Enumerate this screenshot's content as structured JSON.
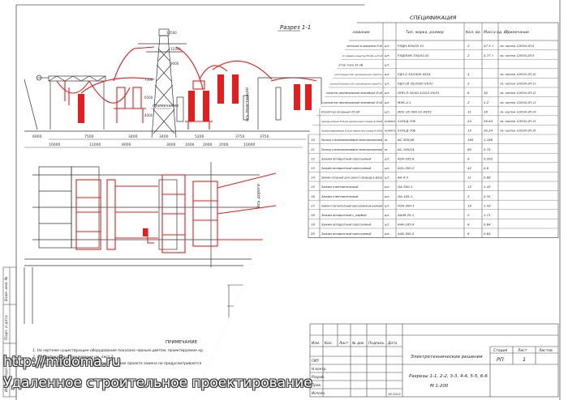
{
  "drawing": {
    "section_title": "Разрез 1-1",
    "note_label": "примечание",
    "dims_top": [
      "6000",
      "7500",
      "3400",
      "3400",
      "5200",
      "3750",
      "3750"
    ],
    "dims_bottom": [
      "10000",
      "11000",
      "8000",
      "3600",
      "1600",
      "2000",
      "2000",
      "10000"
    ],
    "height_marks": [
      "13500",
      "11000",
      "9000",
      "7500",
      "6500",
      "4000"
    ],
    "side_dim": "3850",
    "side_label_1": "ось подстанции",
    "side_label_2": "ось дороги"
  },
  "notes": {
    "title": "ПРИМЕЧАНИЕ",
    "lines": [
      "1. На чертеже существующее оборудование показано черным цветом, проектируемое кр.",
      "2. Спецификация оборудования см. лист 2",
      "3. Существующие конденсаторы связи. В данном проекте замена не предусматривается"
    ]
  },
  "left_stamps": [
    "Взам. инв. №",
    "Подп. и дата",
    "Инв. № подл."
  ],
  "spec": {
    "title": "СПЕЦИФИКАЦИЯ",
    "headers": [
      "Наименование",
      "Тип, марка, размер",
      "Кол.-во",
      "Масса ед. кг.",
      "Примечание"
    ],
    "rows": [
      {
        "n": "",
        "name": "Разъединитель разъединительный на напряжение 35 кВ",
        "unit": "шт.",
        "type": "РЛДН-630/35 У1",
        "qty": "2",
        "mass": "47.3 т",
        "note": "см. чертеж 128334-ЭП-8"
      },
      {
        "n": "",
        "name": "Выключатель вакуумный с приводом, мощностью 630 кВА, на 35 кВ",
        "unit": "шт.",
        "type": "РЛДПОМ-700/35-У1",
        "qty": "2",
        "mass": "4.77 т",
        "note": "см. чертеж 128334-ЭП-9"
      },
      {
        "n": "",
        "name": "Трансформатор тока 35 кВ",
        "unit": "шт.",
        "type": "",
        "qty": "",
        "mass": "",
        "note": ""
      },
      {
        "n": "",
        "name": "Разъединитель трехполюсный 35 кВ номинальный ток 1000 А, с двумя заземляющими ножами, с приводом ПР (1.1)",
        "unit": "шт.",
        "type": "РДЗ-2-35/1000 УХЛ1",
        "qty": "4",
        "mass": "",
        "note": "см. чертеж 128334-ЭП-10"
      },
      {
        "n": "",
        "name": "Разъединитель однополюсный 35 кВ номинальный ток 1000 А, с одним заземляющим ножом, с приводом ПР (1.1)",
        "unit": "шт.",
        "type": "РДЗ-1б-35/1000 УХЛ1",
        "qty": "2",
        "mass": "",
        "note": "см. чертеж 128334-ЭП-11"
      },
      {
        "n": "",
        "name": "Ограничитель перенапряжений нелинейный 35 кВ",
        "unit": "шт.",
        "type": "ОПН-П-35/40,5/10/1-УХЛ1",
        "qty": "6",
        "mass": "30",
        "note": "см. чертеж 128334-ЭП-12"
      },
      {
        "n": "",
        "name": "Ограничитель перенапряжений нелинейный 35 кВ",
        "unit": "шт.",
        "type": "МЭК-4.1",
        "qty": "2",
        "mass": "5.2",
        "note": "см. чертеж 128334-ЭП-13"
      },
      {
        "n": "",
        "name": "Изолятор опорный 35 кВ",
        "unit": "шт.",
        "type": "ИОС-35-500-01-УХЛ1",
        "qty": "11",
        "mass": "16",
        "note": "см. чертеж 128334-ЭП-14"
      },
      {
        "n": "",
        "name": "Гирлянда натяжная 35 кВ для крепления одного провода АС-300/48",
        "unit": "компл.",
        "type": "5хПСД-70Е",
        "qty": "24",
        "mass": "26.64",
        "note": "см. чертеж 128334-ЭП-15"
      },
      {
        "n": "",
        "name": "Гирлянда поддерживающая 35 кВ для подвески одного провода АС-300/48",
        "unit": "компл.",
        "type": "5хПСД-70Е",
        "qty": "12",
        "mass": "30.24",
        "note": "см. чертеж 128334-ЭП-16"
      },
      {
        "n": "10",
        "name": "Провод сталеалюминиевый неизолированный",
        "unit": "м.",
        "type": "АС-300/48",
        "qty": "165",
        "mass": "1.186",
        "note": ""
      },
      {
        "n": "11",
        "name": "Провод сталеалюминиевый неизолированный",
        "unit": "м.",
        "type": "АС-185/24",
        "qty": "80",
        "mass": "0.75",
        "note": ""
      },
      {
        "n": "12",
        "name": "Зажим аппаратный прессуемый",
        "unit": "шт.",
        "type": "А2А-185-8",
        "qty": "8",
        "mass": "0.293",
        "note": ""
      },
      {
        "n": "13",
        "name": "Зажим аппаратный прессуемый",
        "unit": "шт.",
        "type": "А2А-300-2",
        "qty": "42",
        "mass": "0.6",
        "note": ""
      },
      {
        "n": "14",
        "name": "Зажим опорный для одного провода в фазе",
        "unit": "шт.",
        "type": "АА-4-3",
        "qty": "11",
        "mass": "0.68",
        "note": ""
      },
      {
        "n": "15",
        "name": "Зажим ответвительный",
        "unit": "шт.",
        "type": "ОА-300-1",
        "qty": "12",
        "mass": "1.43",
        "note": ""
      },
      {
        "n": "16",
        "name": "Зажим ответвительный",
        "unit": "шт.",
        "type": "ОА-185-1",
        "qty": "2",
        "mass": "0.32",
        "note": ""
      },
      {
        "n": "17",
        "name": "Зажим ответвительный прессуемый разъемный",
        "unit": "шт.",
        "type": "РОА-300-1",
        "qty": "18",
        "mass": "1.43",
        "note": ""
      },
      {
        "n": "18",
        "name": "Зажим аппаратный с_ларбой",
        "unit": "шт.",
        "type": "АШМ-20-1",
        "qty": "2",
        "mass": "1.71",
        "note": ""
      },
      {
        "n": "19",
        "name": "Зажим аппаратный прессуемый",
        "unit": "шт.",
        "type": "А4А-185-8",
        "qty": "8",
        "mass": "0.64",
        "note": ""
      },
      {
        "n": "20",
        "name": "Зажим аппаратный прессуемый",
        "unit": "шт.",
        "type": "А4А-300-2",
        "qty": "6",
        "mass": "0.64",
        "note": ""
      }
    ]
  },
  "titleblock": {
    "cols": [
      "Изм.",
      "Кол.",
      "Лист",
      "№ док.",
      "Подпись",
      "Дата"
    ],
    "roles": [
      "ГИП",
      "Н.контр.",
      "Разраб.",
      "Пров.",
      "Исполн."
    ],
    "subtitle": "Электротехнические решения",
    "stage_label": "Стадия",
    "sheet_label": "Лист",
    "sheets_label": "Листов",
    "stage": "РП",
    "sheet": "1",
    "drawing_title": "Разрезы 1-1, 2-2, 3-3, 4-4, 5-5, 6-6",
    "scale": "М 1:200",
    "date": "16.2013"
  },
  "watermark": {
    "url": "http://midoma.ru",
    "tagline": "Удаленное строительное проектирование"
  },
  "colors": {
    "line": "#333333",
    "red": "#e41e1e",
    "shade": "#c9c9c9",
    "paper": "#ffffff"
  }
}
